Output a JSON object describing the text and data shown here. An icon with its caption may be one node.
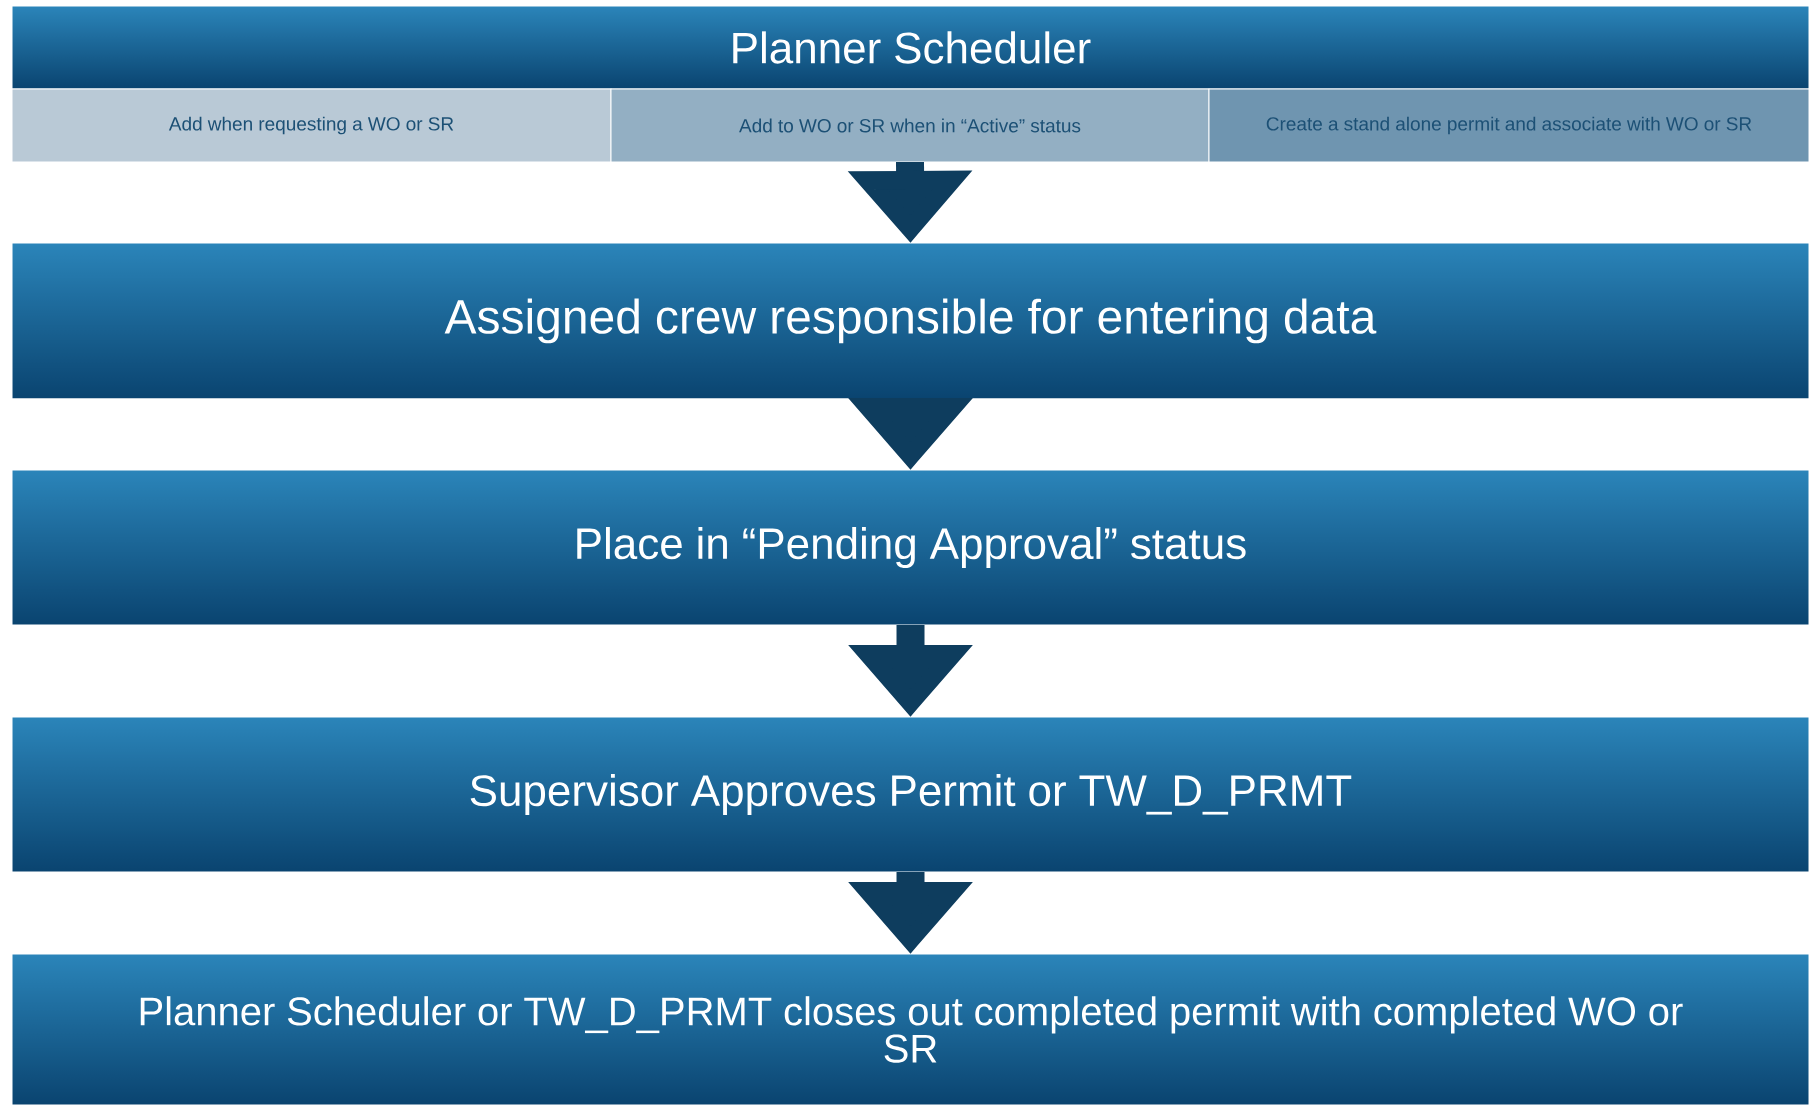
{
  "diagram": {
    "nodes": [
      {
        "text": [
          "Planner Scheduler"
        ]
      },
      {
        "text": [
          "Add when requesting a WO or SR"
        ]
      },
      {
        "text": [
          "Add to WO or SR when  in “Active” status"
        ]
      },
      {
        "text": [
          "Create a stand alone permit and associate with WO or SR"
        ]
      },
      {
        "text": [
          "Assigned crew responsible for entering data"
        ]
      },
      {
        "text": [
          "Place in “Pending Approval” status"
        ]
      },
      {
        "text": [
          "Supervisor Approves Permit or TW_D_PRMT"
        ]
      },
      {
        "text": [
          "Planner Scheduler or TW_D_PRMT closes out completed permit with completed WO or SR"
        ]
      }
    ],
    "edges": [
      {
        "from": 2,
        "to": 4,
        "arrow": "to"
      },
      {
        "from": 4,
        "to": 5,
        "arrow": "to"
      },
      {
        "from": 5,
        "to": 6,
        "arrow": "to"
      },
      {
        "from": 6,
        "to": 7,
        "arrow": "to"
      }
    ]
  }
}
